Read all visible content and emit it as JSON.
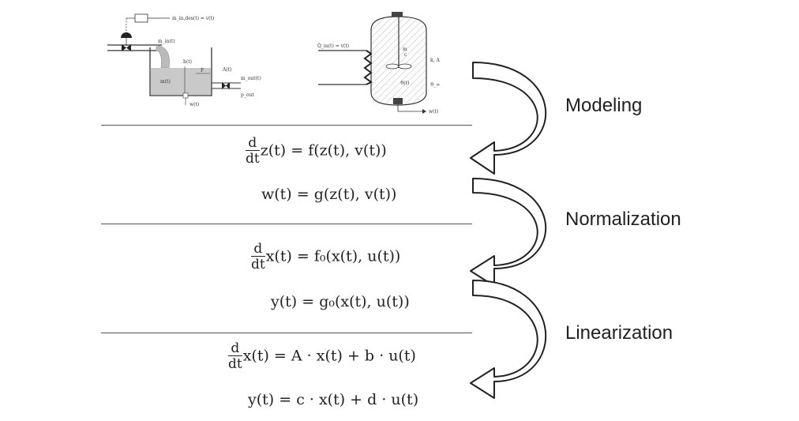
{
  "steps": {
    "modeling": "Modeling",
    "normalization": "Normalization",
    "linearization": "Linearization"
  },
  "tank_labels": {
    "inflow_top": "ṁ_in,des(t) = v(t)",
    "inflow": "ṁ_in(t)",
    "height": "h(t)",
    "area_f": "F",
    "mass": "m(t)",
    "outlet_area": "A(t)",
    "outflow": "ṁ_out(t)",
    "pressure": "p_out",
    "output": "w(t)"
  },
  "reactor_labels": {
    "heat_in": "Q̇_in(t) = v(t)",
    "m": "m",
    "c": "c",
    "k_a": "k, A",
    "theta_t": "ϑ(t)",
    "theta_inf": "ϑ_∞",
    "output": "w(t)"
  },
  "equations": {
    "nonlinear": {
      "frac_num": "d",
      "frac_den": "dt",
      "state": "z(t) = f(z(t), v(t))",
      "output": "w(t) = g(z(t), v(t))"
    },
    "normalized": {
      "frac_num": "d",
      "frac_den": "dt",
      "state": "x(t) = f₀(x(t), u(t))",
      "output": "y(t) = g₀(x(t), u(t))"
    },
    "linear": {
      "frac_num": "d",
      "frac_den": "dt",
      "state": "x(t) = A · x(t) + b · u(t)",
      "output": "y(t) = c · x(t) + d · u(t)"
    }
  }
}
